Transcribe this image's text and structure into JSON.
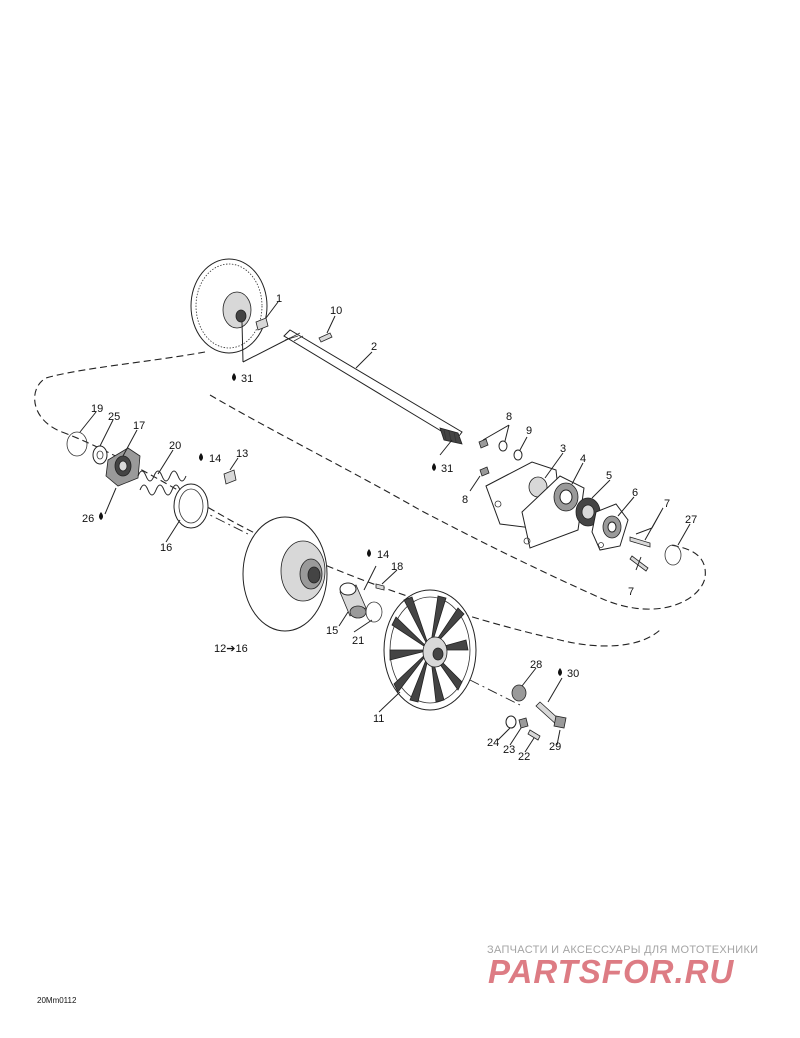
{
  "diagram": {
    "callouts": {
      "c1": "1",
      "c2": "2",
      "c3": "3",
      "c4": "4",
      "c5": "5",
      "c6": "6",
      "c7a": "7",
      "c7b": "7",
      "c8a": "8",
      "c8b": "8",
      "c9": "9",
      "c10": "10",
      "c11": "11",
      "c12": "12➔16",
      "c13": "13",
      "c14a": "14",
      "c14b": "14",
      "c15": "15",
      "c16": "16",
      "c17": "17",
      "c18": "18",
      "c19": "19",
      "c20": "20",
      "c21": "21",
      "c22": "22",
      "c23": "23",
      "c24": "24",
      "c25": "25",
      "c26": "26",
      "c27": "27",
      "c28": "28",
      "c29": "29",
      "c30": "30",
      "c31a": "31",
      "c31b": "31"
    },
    "drawing_code": "20Mm0112"
  },
  "watermark": {
    "line1": "ЗАПЧАСТИ И АКСЕССУАРЫ ДЛЯ МОТОТЕХНИКИ",
    "line2": "PARTSFOR.RU"
  }
}
